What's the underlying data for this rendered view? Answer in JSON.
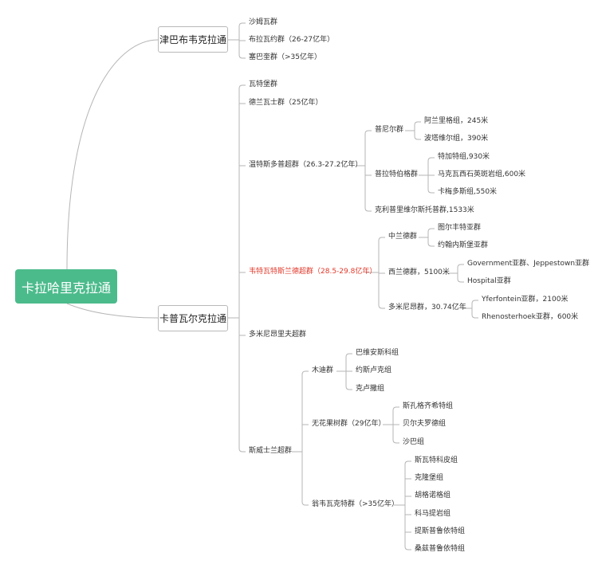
{
  "mindmap": {
    "root": "卡拉哈里克拉通",
    "branches": [
      {
        "label": "津巴布韦克拉通",
        "children": [
          "沙姆瓦群",
          "布拉瓦约群（26-27亿年）",
          "塞巴奎群（>35亿年）"
        ]
      },
      {
        "label": "卡普瓦尔克拉通",
        "children": [
          "瓦特堡群",
          "德兰瓦士群（25亿年）",
          {
            "label": "温特斯多普超群（26.3-27.2亿年）",
            "children": [
              {
                "label": "普尼尔群",
                "children": [
                  "阿兰里格组，245米",
                  "波塔维尔组，390米"
                ]
              },
              {
                "label": "普拉特伯格群",
                "children": [
                  "特加特组,930米",
                  "马克瓦西石英斑岩组,600米",
                  "卡梅多斯组,550米"
                ]
              },
              "克利普里维尔斯托普群,1533米"
            ]
          },
          {
            "label": "韦特瓦特斯兰德超群（28.5-29.8亿年）",
            "highlight_color": "#e0392b",
            "children": [
              {
                "label": "中兰德群",
                "children": [
                  "图尔丰特亚群",
                  "约翰内斯堡亚群"
                ]
              },
              {
                "label": "西兰德群，5100米",
                "children": [
                  "Government亚群、Jeppestown亚群",
                  "Hospital亚群"
                ]
              },
              {
                "label": "多米尼昂群，30.74亿年",
                "children": [
                  "Yferfontein亚群，2100米",
                  "Rhenosterhoek亚群，600米"
                ]
              }
            ]
          },
          "多米尼昂里夫超群",
          {
            "label": "斯威士兰超群",
            "children": [
              {
                "label": "木迪群",
                "children": [
                  "巴维安斯科组",
                  "约斯卢克组",
                  "克卢撒组"
                ]
              },
              {
                "label": "无花果树群（29亿年）",
                "children": [
                  "斯孔格齐希特组",
                  "贝尔夫罗德组",
                  "沙巴组"
                ]
              },
              {
                "label": "翁韦瓦克特群（>35亿年）",
                "children": [
                  "斯瓦特科皮组",
                  "克隆堡组",
                  "胡格诺格组",
                  "科马提岩组",
                  "提斯普鲁依特组",
                  "桑兹普鲁依特组"
                ]
              }
            ]
          }
        ]
      }
    ]
  },
  "colors": {
    "root_bg": "#4cbb8c",
    "line": "#b5b5b5",
    "highlight": "#e0392b"
  }
}
